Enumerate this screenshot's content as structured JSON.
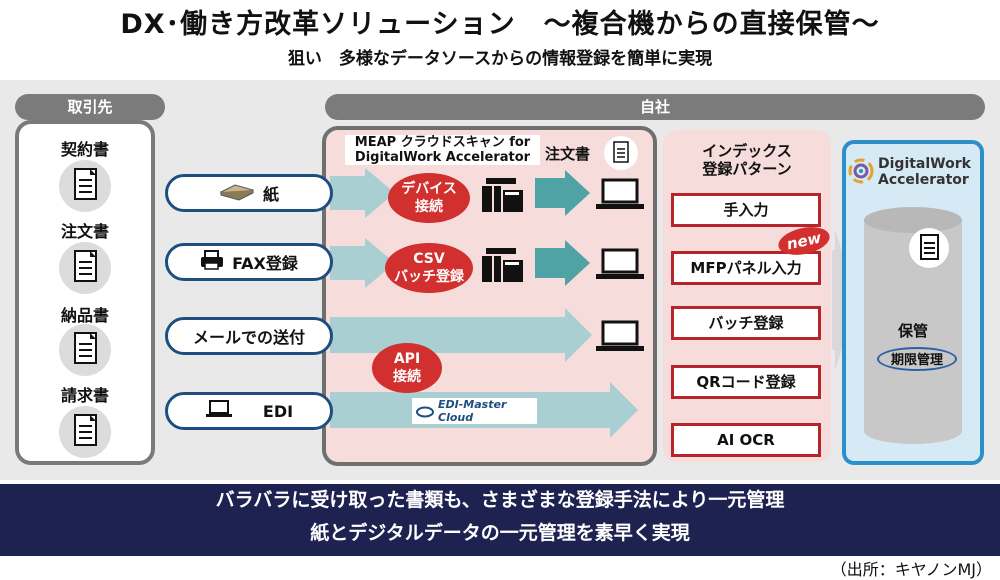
{
  "header": {
    "title": "DX･働き方改革ソリューション　～複合機からの直接保管～",
    "subtitle": "狙い　多様なデータソースからの情報登録を簡単に実現"
  },
  "partner": {
    "label": "取引先",
    "documents": [
      "契約書",
      "注文書",
      "納品書",
      "請求書"
    ]
  },
  "company": {
    "label": "自社"
  },
  "channels": [
    {
      "label": "紙",
      "icon": "paper-stack-icon"
    },
    {
      "label": "FAX登録",
      "icon": "fax-icon"
    },
    {
      "label": "メールでの送付",
      "icon": ""
    },
    {
      "label": "EDI",
      "icon": "laptop-icon"
    }
  ],
  "meap": {
    "title": "MEAP クラウドスキャン for DigitalWork Accelerator",
    "order_doc_label": "注文書",
    "device_connect": "デバイス\n接続",
    "csv_batch": "CSV\nバッチ登録",
    "api_connect": "API\n接続",
    "edi_service": "EDI-Master Cloud"
  },
  "index_patterns": {
    "title": "インデックス\n登録パターン",
    "new_badge": "new",
    "items": [
      "手入力",
      "MFPパネル入力",
      "バッチ登録",
      "QRコード登録",
      "AI OCR"
    ]
  },
  "dwa": {
    "logo_line1": "DigitalWork",
    "logo_line2": "Accelerator",
    "storage_label": "保管",
    "retention_label": "期限管理"
  },
  "footer": {
    "line1": "バラバラに受け取った書類も、さまざまな登録手法により一元管理",
    "line2": "紙とデジタルデータの一元管理を素早く実現"
  },
  "source": "（出所：キヤノンMJ）",
  "colors": {
    "navy": "#1e2250",
    "red": "#d22f2f",
    "teal_arrow": "#4fa3a5",
    "blue_border": "#2d8fc9",
    "pink_bg": "#f6dcdb"
  }
}
